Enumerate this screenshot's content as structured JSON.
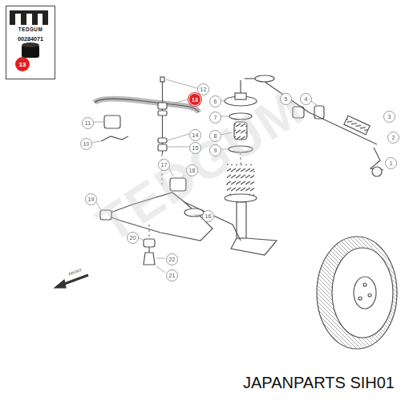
{
  "diagram": {
    "caption": "JAPANPARTS SIH01",
    "nodes": [
      {
        "text": [
          "TEDGUM",
          "00284071"
        ]
      },
      {
        "text": [
          "13"
        ],
        "in": 0
      },
      {
        "text": [
          "13"
        ]
      }
    ],
    "labels": [
      "TEDGUM",
      "12",
      "14",
      "15",
      "11",
      "10",
      "6",
      "7",
      "8",
      "9",
      "5",
      "4",
      "3",
      "2",
      "1",
      "17",
      "18",
      "16",
      "19",
      "22",
      "21",
      "20",
      "FRONT"
    ]
  }
}
